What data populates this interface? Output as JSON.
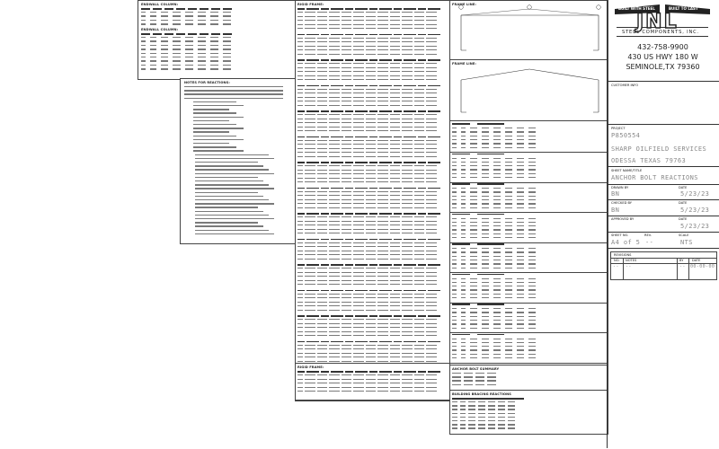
{
  "company": {
    "logo_letters": "JNL",
    "banner_left": "BUILT WITH STEEL",
    "banner_right": "BUILT TO LAST",
    "subtitle": "STEEL COMPONENTS, INC.",
    "phone": "432-758-9900",
    "address1": "430 US HWY 180 W",
    "address2": "SEMINOLE,TX 79360"
  },
  "title_block": {
    "customer_info_label": "CUSTOMER INFO",
    "project_label": "PROJECT",
    "project_no": "P850554",
    "customer_name": "SHARP OILFIELD SERVICES",
    "customer_city": "ODESSA TEXAS 79763",
    "sheet_name_label": "SHEET NAME/TITLE",
    "sheet_name": "ANCHOR BOLT REACTIONS",
    "drawn_by_label": "DRAWN BY",
    "drawn_by": "BN",
    "date_label": "DATE",
    "drawn_date": "5/23/23",
    "checked_by_label": "CHECKED BY",
    "checked_by": "BN",
    "checked_date": "5/23/23",
    "approved_by_label": "APPROVED BY",
    "approved_by": "",
    "approved_date": "5/23/23",
    "sheet_no_label": "SHEET NO.",
    "sheet_no": "A4 of 5",
    "rev_label": "REV.",
    "rev": "--",
    "scale_label": "SCALE",
    "scale": "NTS",
    "revisions_label": "REVISIONS",
    "rev_no_label": "NO.",
    "rev_notes_label": "NOTES",
    "rev_by_label": "BY",
    "rev_date_label": "DATE",
    "rev_no": "--",
    "rev_notes": "--",
    "rev_by": "--",
    "rev_date": "00-00-00"
  },
  "panels": {
    "endwall_col_1": "ENDWALL COLUMN:",
    "endwall_col_2": "ENDWALL COLUMN:",
    "notes_title": "NOTES FOR REACTIONS:",
    "rigid_frame": "RIGID FRAME:",
    "frame_line": "FRAME LINE:",
    "anchor_bolt_summary": "ANCHOR BOLT SUMMARY",
    "building_bracing": "BUILDING BRACING REACTIONS"
  }
}
